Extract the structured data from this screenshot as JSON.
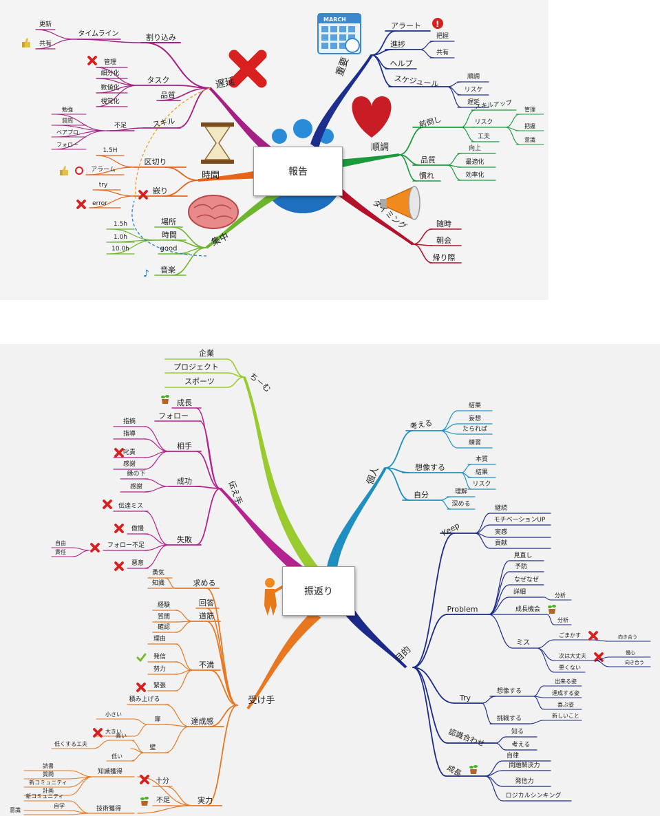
{
  "map1": {
    "center": "報告",
    "branches": [
      {
        "key": "delay",
        "label": "遅延",
        "color": "#a51f85",
        "children": [
          {
            "label": "割り込み",
            "children": [
              {
                "label": "タイムライン",
                "children": [
                  {
                    "label": "更新"
                  },
                  {
                    "label": "共有",
                    "icon": "thumbs-up"
                  }
                ]
              }
            ]
          },
          {
            "label": "タスク",
            "children": [
              {
                "label": "管理",
                "icon": "red-x"
              },
              {
                "label": "細分化"
              },
              {
                "label": "数値化"
              },
              {
                "label": "視覚化"
              }
            ]
          },
          {
            "label": "品質"
          },
          {
            "label": "スキル",
            "children": [
              {
                "label": "不足",
                "children": [
                  {
                    "label": "勉強"
                  },
                  {
                    "label": "質問"
                  },
                  {
                    "label": "ペアプロ"
                  },
                  {
                    "label": "フォロー"
                  }
                ]
              }
            ]
          }
        ]
      },
      {
        "key": "time",
        "label": "時間",
        "color": "#e8621a",
        "children": [
          {
            "label": "区切り",
            "children": [
              {
                "label": "1.5H"
              },
              {
                "label": "アラーム",
                "icon": "thumbs-up-alarm"
              }
            ]
          },
          {
            "label": "嵌り",
            "icon": "red-x",
            "children": [
              {
                "label": "try"
              },
              {
                "label": "error",
                "icon": "red-x"
              }
            ]
          }
        ]
      },
      {
        "key": "focus",
        "label": "集中",
        "color": "#6db52c",
        "children": [
          {
            "label": "場所"
          },
          {
            "label": "時間",
            "children": [
              {
                "label": "1.5h"
              },
              {
                "label": "1.0h"
              },
              {
                "label": "10.0h"
              }
            ]
          },
          {
            "label": "good"
          },
          {
            "label": "音楽",
            "icon": "music-note"
          }
        ]
      },
      {
        "key": "important",
        "label": "重要",
        "color": "#1d2f8c",
        "children": [
          {
            "label": "アラート",
            "icon": "alert"
          },
          {
            "label": "進捗",
            "children": [
              {
                "label": "把握"
              },
              {
                "label": "共有"
              }
            ]
          },
          {
            "label": "ヘルプ"
          },
          {
            "label": "スケジュール",
            "children": [
              {
                "label": "順調"
              },
              {
                "label": "リスケ"
              },
              {
                "label": "遅延"
              }
            ]
          }
        ]
      },
      {
        "key": "smooth",
        "label": "順調",
        "color": "#1a9a3b",
        "children": [
          {
            "label": "前倒し",
            "children": [
              {
                "label": "スキルアップ"
              },
              {
                "label": "リスク",
                "children": [
                  {
                    "label": "管理"
                  },
                  {
                    "label": "把握"
                  },
                  {
                    "label": "意識"
                  }
                ]
              },
              {
                "label": "工夫"
              }
            ]
          },
          {
            "label": "品質",
            "children": [
              {
                "label": "向上"
              },
              {
                "label": "最適化"
              },
              {
                "label": "効率化"
              }
            ]
          },
          {
            "label": "慣れ"
          }
        ]
      },
      {
        "key": "timing",
        "label": "タイミング",
        "color": "#b3122a",
        "children": [
          {
            "label": "随時"
          },
          {
            "label": "朝会"
          },
          {
            "label": "帰り際"
          }
        ]
      }
    ],
    "calendar": {
      "month": "MARCH"
    }
  },
  "map2": {
    "center": "振返り",
    "branches": [
      {
        "key": "team",
        "label": "ち－む",
        "color": "#9acb2e",
        "children": [
          {
            "label": "企業"
          },
          {
            "label": "プロジェクト"
          },
          {
            "label": "スポーツ"
          }
        ]
      },
      {
        "key": "sender",
        "label": "伝え手",
        "color": "#b5238f",
        "children": [
          {
            "label": "成長",
            "icon": "plant"
          },
          {
            "label": "フォロー"
          },
          {
            "label": "相手",
            "children": [
              {
                "label": "指摘"
              },
              {
                "label": "指導"
              },
              {
                "label": "叱責",
                "icon": "red-x"
              },
              {
                "label": "感謝"
              }
            ]
          },
          {
            "label": "成功",
            "children": [
              {
                "label": "縁の下"
              },
              {
                "label": "感謝"
              }
            ]
          },
          {
            "label": "失敗",
            "children": [
              {
                "label": "伝達ミス",
                "icon": "red-x"
              },
              {
                "label": "傲慢",
                "icon": "red-x"
              },
              {
                "label": "フォロー不足",
                "icon": "red-x",
                "children": [
                  {
                    "label": "自由"
                  },
                  {
                    "label": "責任"
                  }
                ]
              },
              {
                "label": "悪意",
                "icon": "red-x"
              }
            ]
          }
        ]
      },
      {
        "key": "receiver",
        "label": "受け手",
        "color": "#e87722",
        "children": [
          {
            "label": "求める",
            "children": [
              {
                "label": "勇気"
              },
              {
                "label": "知識"
              }
            ]
          },
          {
            "label": "回答"
          },
          {
            "label": "道筋",
            "children": [
              {
                "label": "経験"
              },
              {
                "label": "質問"
              },
              {
                "label": "確認"
              }
            ]
          },
          {
            "label": "不満",
            "children": [
              {
                "label": "理由"
              },
              {
                "label": "発信",
                "icon": "check"
              },
              {
                "label": "努力"
              },
              {
                "label": "緊張",
                "icon": "red-x"
              }
            ]
          },
          {
            "label": "達成感",
            "children": [
              {
                "label": "積み上げる"
              },
              {
                "label": "扉",
                "children": [
                  {
                    "label": "小さい"
                  },
                  {
                    "label": "大きい",
                    "icon": "red-x"
                  }
                ]
              },
              {
                "label": "壁",
                "children": [
                  {
                    "label": "低くする工夫"
                  },
                  {
                    "label": "高い"
                  },
                  {
                    "label": "低い"
                  }
                ]
              }
            ]
          },
          {
            "label": "実力",
            "children": [
              {
                "label": "知識獲得",
                "children": [
                  {
                    "label": "読書"
                  },
                  {
                    "label": "質問"
                  },
                  {
                    "label": "新コミュニティ"
                  },
                  {
                    "label": "計画"
                  }
                ]
              },
              {
                "label": "十分",
                "icon": "red-x"
              },
              {
                "label": "不足",
                "icon": "plant"
              },
              {
                "label": "技術獲得",
                "children": [
                  {
                    "label": "新コミュニティ"
                  },
                  {
                    "label": "自学"
                  },
                  {
                    "label": "意識"
                  }
                ]
              }
            ]
          }
        ]
      },
      {
        "key": "individual",
        "label": "個人",
        "color": "#1f8fc2",
        "children": [
          {
            "label": "考える",
            "children": [
              {
                "label": "結果"
              },
              {
                "label": "妄想"
              },
              {
                "label": "たられば"
              },
              {
                "label": "練習"
              }
            ]
          },
          {
            "label": "想像する",
            "children": [
              {
                "label": "本質"
              },
              {
                "label": "結果"
              },
              {
                "label": "リスク"
              }
            ]
          },
          {
            "label": "自分",
            "children": [
              {
                "label": "理解"
              },
              {
                "label": "深める"
              }
            ]
          }
        ]
      },
      {
        "key": "purpose",
        "label": "目的",
        "color": "#1b2a8a",
        "children": [
          {
            "label": "Keep",
            "children": [
              {
                "label": "継続"
              },
              {
                "label": "モチベーションUP"
              },
              {
                "label": "実感"
              },
              {
                "label": "貢献"
              }
            ]
          },
          {
            "label": "Problem",
            "children": [
              {
                "label": "見直し"
              },
              {
                "label": "予防"
              },
              {
                "label": "なぜなぜ"
              },
              {
                "label": "詳細",
                "children": [
                  {
                    "label": "分析"
                  }
                ]
              },
              {
                "label": "成長機会",
                "icon": "plant",
                "children": [
                  {
                    "label": "分析"
                  }
                ]
              },
              {
                "label": "ミス",
                "children": [
                  {
                    "label": "ごまかす",
                    "icon": "red-x",
                    "children": [
                      {
                        "label": "向き合う"
                      }
                    ]
                  },
                  {
                    "label": "次は大丈夫",
                    "icon": "red-x",
                    "children": [
                      {
                        "label": "慢心"
                      },
                      {
                        "label": "向き合う"
                      }
                    ]
                  },
                  {
                    "label": "悪くない"
                  }
                ]
              }
            ]
          },
          {
            "label": "Try",
            "children": [
              {
                "label": "想像する",
                "children": [
                  {
                    "label": "出来る姿"
                  },
                  {
                    "label": "達成する姿"
                  },
                  {
                    "label": "喜ぶ姿"
                  }
                ]
              },
              {
                "label": "挑戦する",
                "children": [
                  {
                    "label": "新しいこと"
                  }
                ]
              }
            ]
          },
          {
            "label": "認識合わせ",
            "children": [
              {
                "label": "知る"
              },
              {
                "label": "考える"
              }
            ]
          },
          {
            "label": "成長",
            "icon": "plant",
            "children": [
              {
                "label": "自律"
              },
              {
                "label": "問題解決力"
              },
              {
                "label": "発信力"
              },
              {
                "label": "ロジカルシンキング"
              }
            ]
          }
        ]
      }
    ]
  }
}
